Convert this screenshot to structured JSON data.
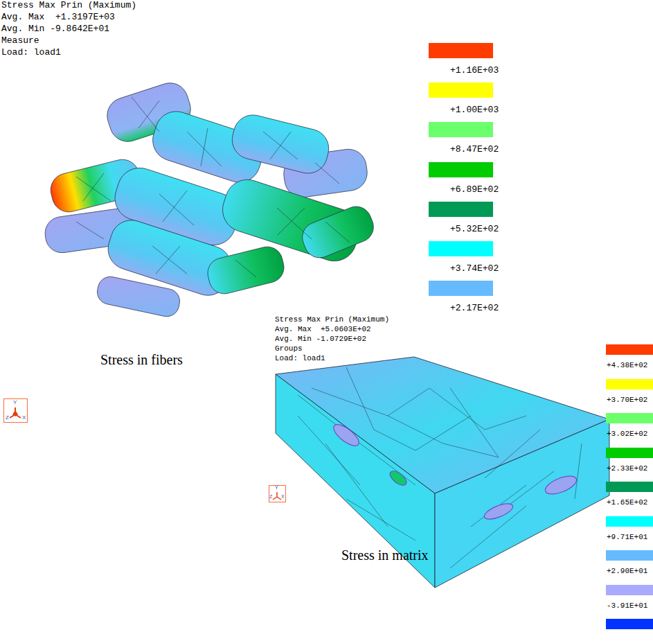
{
  "diagram": {
    "labels": [
      "Stress Max Prin (Maximum)",
      "Avg. Max  +1.3197E+03",
      "Avg. Min -9.8642E+01",
      "Measure",
      "Load: load1",
      "Stress Max Prin (Maximum)",
      "Avg. Max  +5.0603E+02",
      "Avg. Min -1.0729E+02",
      "Groups",
      "Load: load1",
      "Stress in fibers",
      "Stress in matrix",
      "Y",
      "Z",
      "X",
      "Y",
      "Z",
      "X"
    ],
    "legend": [
      {
        "text": "+1.16E+03",
        "color": "#ff3c00"
      },
      {
        "text": "+1.00E+03",
        "color": "#ffff00"
      },
      {
        "text": "+8.47E+02",
        "color": "#6cff6c"
      },
      {
        "text": "+6.89E+02",
        "color": "#00cc00"
      },
      {
        "text": "+5.32E+02",
        "color": "#009955"
      },
      {
        "text": "+3.74E+02",
        "color": "#00ffff"
      },
      {
        "text": "+2.17E+02",
        "color": "#66bbff"
      },
      {
        "text": "+4.38E+02",
        "color": "#ff3c00"
      },
      {
        "text": "+3.70E+02",
        "color": "#ffff00"
      },
      {
        "text": "+3.02E+02",
        "color": "#6cff6c"
      },
      {
        "text": "+2.33E+02",
        "color": "#00cc00"
      },
      {
        "text": "+1.65E+02",
        "color": "#009955"
      },
      {
        "text": "+9.71E+01",
        "color": "#00ffff"
      },
      {
        "text": "+2.90E+01",
        "color": "#66bbff"
      },
      {
        "text": "-3.91E+01",
        "color": "#aaaaff"
      }
    ]
  }
}
